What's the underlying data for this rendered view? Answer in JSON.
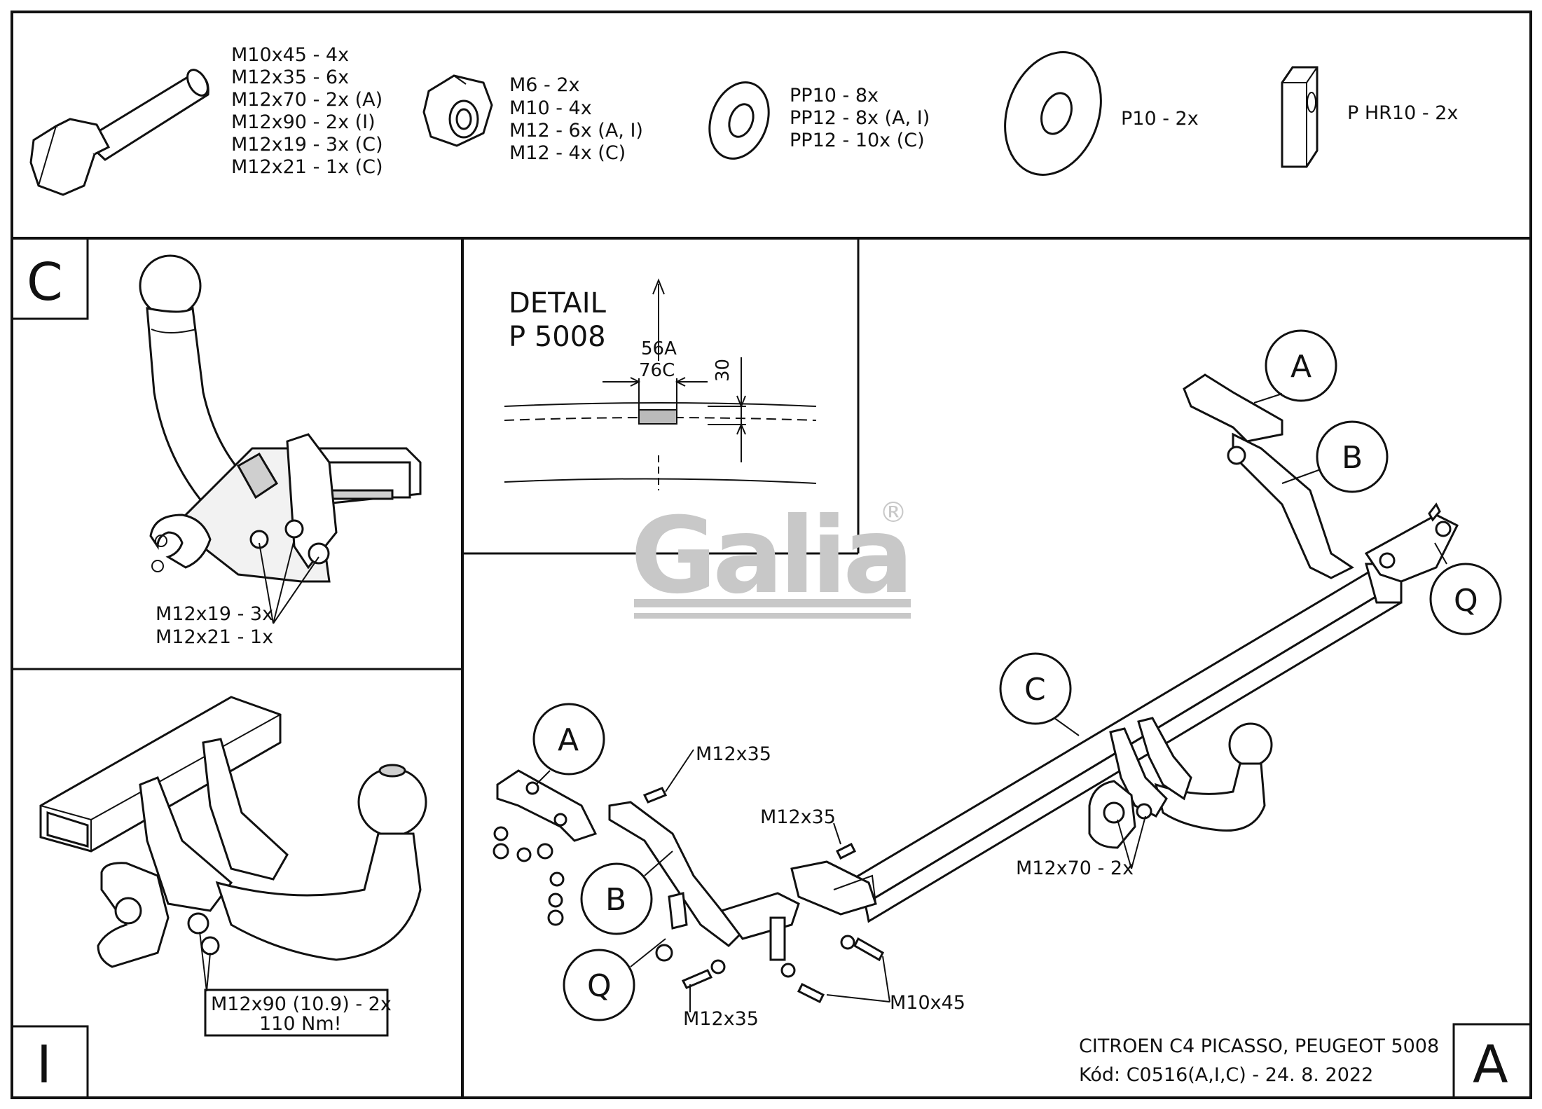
{
  "parts_strip": {
    "bolts": [
      "M10x45 - 4x",
      "M12x35 - 6x",
      "M12x70 - 2x (A)",
      "M12x90 - 2x (I)",
      "M12x19 - 3x (C)",
      "M12x21 - 1x (C)"
    ],
    "nuts": [
      "M6 - 2x",
      "M10 - 4x",
      "M12 - 6x (A, I)",
      "M12 - 4x (C)"
    ],
    "spring_washers": [
      "PP10 - 8x",
      "PP12 - 8x (A, I)",
      "PP12 - 10x (C)"
    ],
    "flat_washer": "P10 - 2x",
    "plate": "P HR10 - 2x"
  },
  "panel_c": {
    "letter": "C",
    "labels": [
      "M12x19 - 3x",
      "M12x21 - 1x"
    ]
  },
  "panel_i": {
    "letter": "I",
    "note_line1": "M12x90 (10.9) - 2x",
    "note_line2": "110 Nm!"
  },
  "detail": {
    "title_line1": "DETAIL",
    "title_line2": "P 5008",
    "dim_top": "56A",
    "dim_bottom": "76C",
    "dim_side": "30"
  },
  "watermark": {
    "text": "Galia",
    "registered": "®"
  },
  "main": {
    "letter": "A",
    "callouts": {
      "a_top": "A",
      "b_top": "B",
      "q_right": "Q",
      "c_mid": "C",
      "a_left": "A",
      "b_left": "B",
      "q_left": "Q"
    },
    "bolt_labels": {
      "m12x35_a": "M12x35",
      "m12x35_b": "M12x35",
      "m12x35_c": "M12x35",
      "m10x45": "M10x45",
      "m12x70": "M12x70 - 2x"
    },
    "vehicle": "CITROEN C4 PICASSO, PEUGEOT 5008",
    "code": "Kód: C0516(A,I,C) - 24. 8. 2022"
  },
  "colors": {
    "line": "#111111",
    "watermark": "#c8c8c8",
    "background": "#ffffff"
  }
}
